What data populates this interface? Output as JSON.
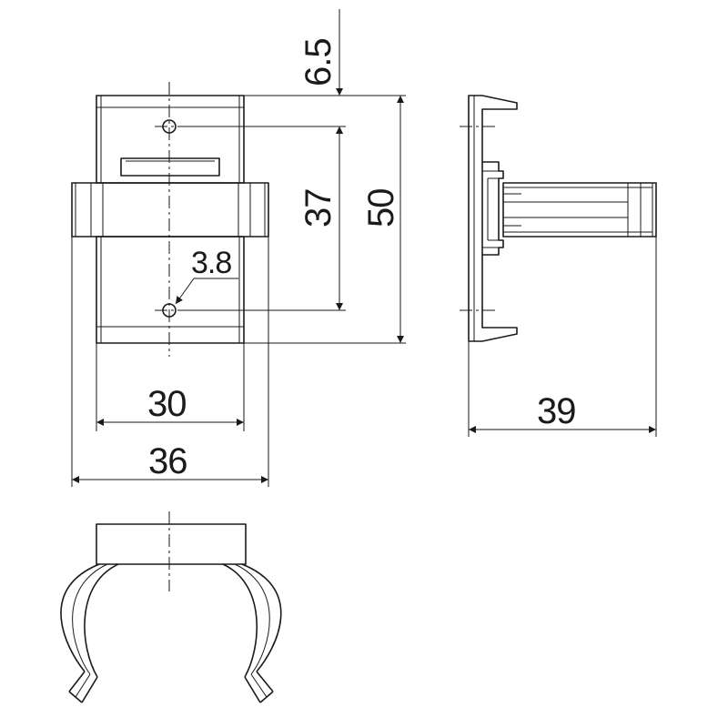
{
  "dimensions": {
    "width_body": "30",
    "width_collar": "36",
    "height_total": "50",
    "hole_spacing": "37",
    "hole_offset": "6.5",
    "hole_diameter": "3.8",
    "depth": "39"
  }
}
